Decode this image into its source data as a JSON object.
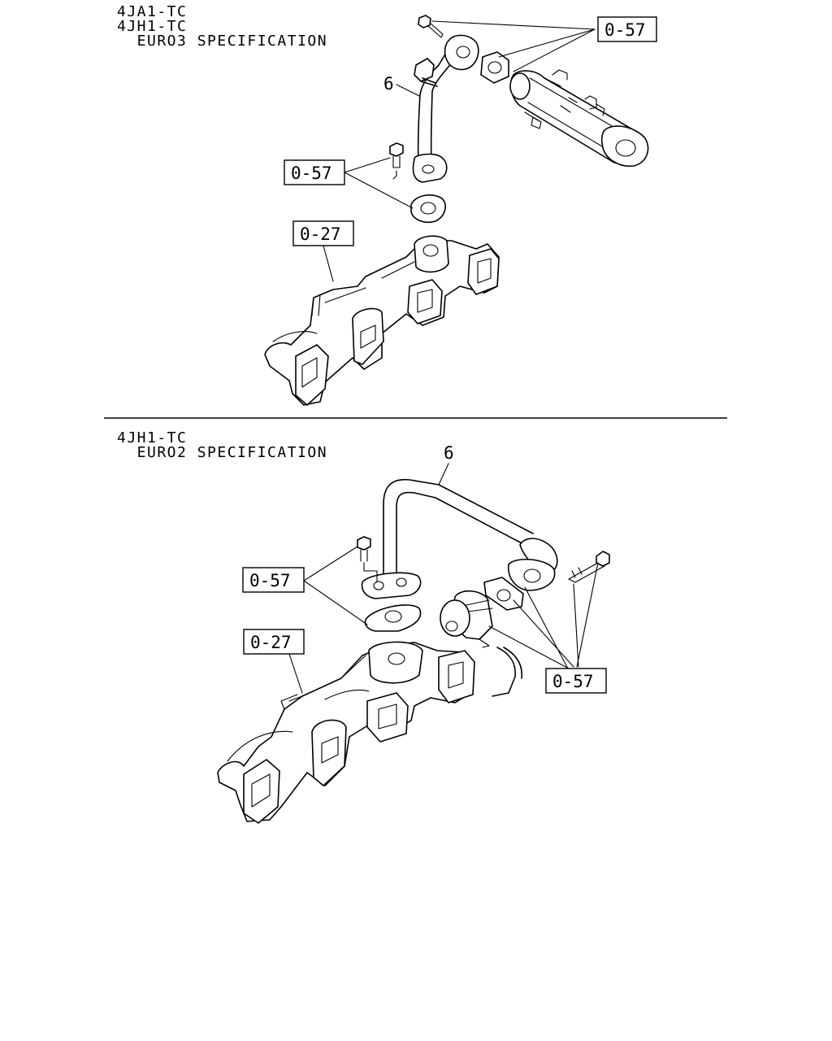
{
  "top_section": {
    "heading_lines": [
      "4JA1-TC",
      "4JH1-TC",
      "  EURO3 SPECIFICATION"
    ],
    "part_number_pipe": "6",
    "refs": {
      "bolts_gasket_top": "0-57",
      "flange_gasket_left": "0-57",
      "manifold": "0-27"
    }
  },
  "bottom_section": {
    "heading_lines": [
      "4JH1-TC",
      "  EURO2 SPECIFICATION"
    ],
    "part_number_pipe": "6",
    "refs": {
      "flange_gasket_left": "0-57",
      "manifold": "0-27",
      "valve_hardware": "0-57"
    }
  }
}
